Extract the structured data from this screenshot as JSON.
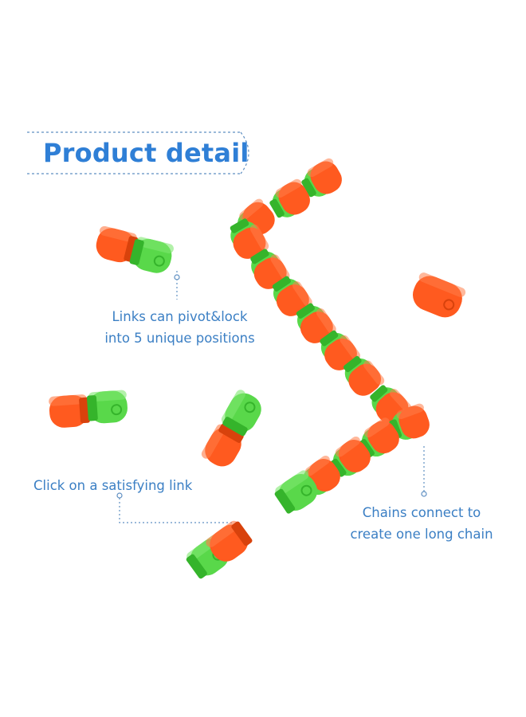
{
  "heading": {
    "title": "Product detail"
  },
  "callouts": {
    "pivot": {
      "line1": "Links can pivot&lock",
      "line2": "into 5 unique positions"
    },
    "click": {
      "line1": "Click on a satisfying link"
    },
    "chain": {
      "line1": "Chains connect to",
      "line2": "create one long chain"
    }
  },
  "colors": {
    "heading_text": "#2f7fd6",
    "caption_text": "#3b7fc4",
    "dashed_line": "#5f8fc2",
    "link_orange": "#ff5a1f",
    "link_orange_dark": "#d8420c",
    "link_green": "#59d84a",
    "link_green_dark": "#35b42b"
  }
}
